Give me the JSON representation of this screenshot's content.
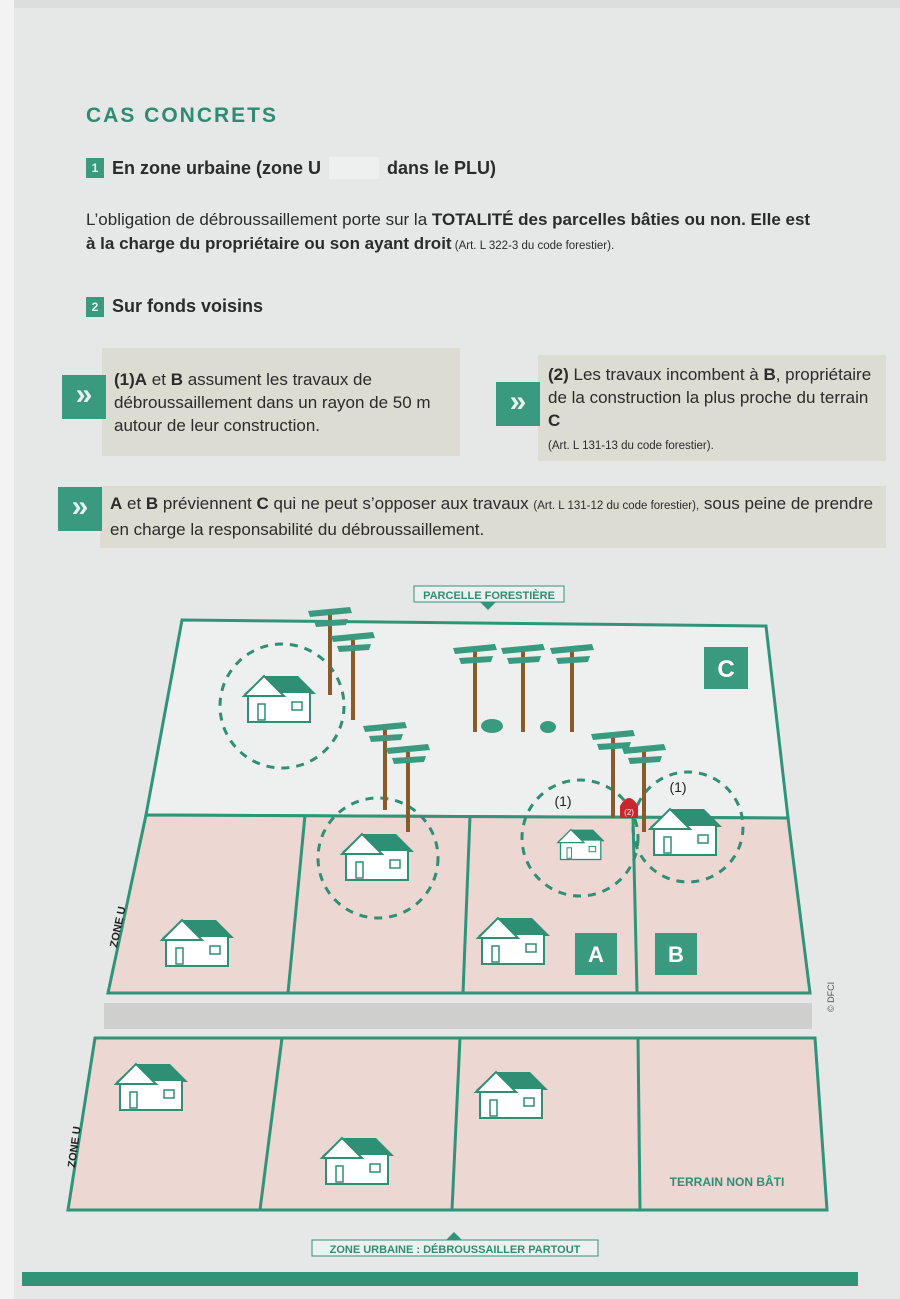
{
  "title": "CAS CONCRETS",
  "section1": {
    "num": "1",
    "heading_a": "En zone urbaine (zone U",
    "heading_b": "dans le PLU)",
    "para_a": "L’obligation de débroussaillement porte sur la ",
    "para_bold1": "TOTALITÉ",
    "para_bold2": " des parcelles bâties ou non. Elle est à la charge du propriétaire ou son ayant droit",
    "para_ref": " (Art. L 322-3 du code forestier)."
  },
  "section2": {
    "num": "2",
    "heading": "Sur fonds voisins"
  },
  "chevron": "»",
  "box1": {
    "p1": "(1)",
    "p2": "A",
    "p3": " et ",
    "p4": "B",
    "p5": " assument les travaux de débroussaillement dans un rayon de 50 m autour de leur construction."
  },
  "box2": {
    "p1": "(2)",
    "p2": " Les travaux incombent à ",
    "p3": "B",
    "p4": ", propriétaire de la construction la plus proche du terrain ",
    "p5": "C",
    "ref": "(Art. L 131-13 du code forestier)."
  },
  "box3": {
    "p1": "A",
    "p2": " et ",
    "p3": "B",
    "p4": " préviennent ",
    "p5": "C",
    "p6": " qui ne peut s’opposer aux travaux ",
    "ref": "(Art. L 131-12 du code forestier),",
    "p7": " sous peine de prendre en charge la responsabilité du débroussaillement."
  },
  "diagram": {
    "forest_label": "PARCELLE FORESTIÈRE",
    "label_c": "C",
    "label_a": "A",
    "label_b": "B",
    "mark1": "(1)",
    "mark2": "(2)",
    "zone_u": "ZONE U",
    "unbuilt": "TERRAIN NON BÂTI",
    "bottom_label": "ZONE URBAINE : DÉBROUSSAILLER PARTOUT",
    "credit": "© DFCI"
  },
  "colors": {
    "accent": "#3a9a80",
    "pink": "#ecd7d3",
    "red": "#c8282d"
  }
}
